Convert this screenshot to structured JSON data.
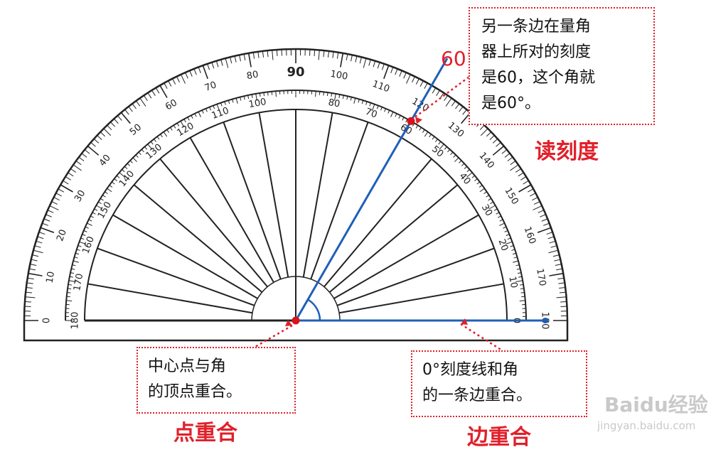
{
  "protractor": {
    "outer_scale_start": 0,
    "inner_scale_start": 180,
    "major_step": 10,
    "center_label": "90"
  },
  "angle": {
    "degrees": 60,
    "label": "60°"
  },
  "annotations": {
    "top_right": {
      "lines": [
        "另一条边在量角",
        "器上所对的刻度",
        "是60，这个角就",
        "是60°。"
      ],
      "caption": "读刻度"
    },
    "bottom_left": {
      "lines": [
        "中心点与角",
        "的顶点重合。"
      ],
      "caption": "点重合"
    },
    "bottom_right": {
      "lines": [
        "0°刻度线和角",
        "的一条边重合。"
      ],
      "caption": "边重合"
    }
  },
  "watermark": {
    "logo": "Baidu经验",
    "url": "jingyan.baidu.com"
  },
  "colors": {
    "ray": "#1f5fb8",
    "annotation": "#e0202a",
    "point": "#d9121c",
    "scale_ink": "#222222"
  }
}
